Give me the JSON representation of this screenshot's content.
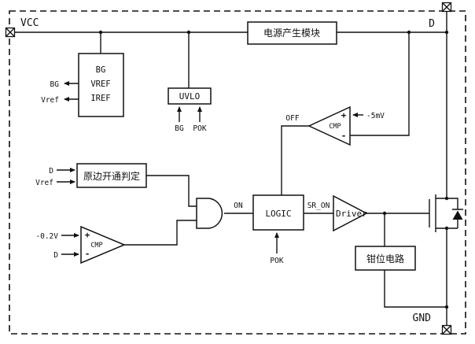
{
  "pins": {
    "vcc": "VCC",
    "d": "D",
    "gnd": "GND"
  },
  "blocks": {
    "power_module": "电源产生模块",
    "ref_block": {
      "line1": "BG",
      "line2": "VREF",
      "line3": "IREF"
    },
    "uvlo": "UVLO",
    "primary_detect": "原边开通判定",
    "logic": "LOGIC",
    "driver": "Driver",
    "clamp": "钳位电路"
  },
  "signals": {
    "bg_out": "BG",
    "vref_out": "Vref",
    "uvlo_in_bg": "BG",
    "uvlo_out_pok": "POK",
    "off": "OFF",
    "on": "ON",
    "sr_on": "SR_ON",
    "pok": "POK",
    "minus_5mv": "-5mV",
    "minus_0v2": "-0.2V",
    "d_sense_primary": "D",
    "vref_in": "Vref",
    "d_sense_cmp": "D",
    "cmp_label": "CMP",
    "plus": "+",
    "minus": "-"
  },
  "colors": {
    "line": "#111111",
    "background": "#ffffff"
  }
}
